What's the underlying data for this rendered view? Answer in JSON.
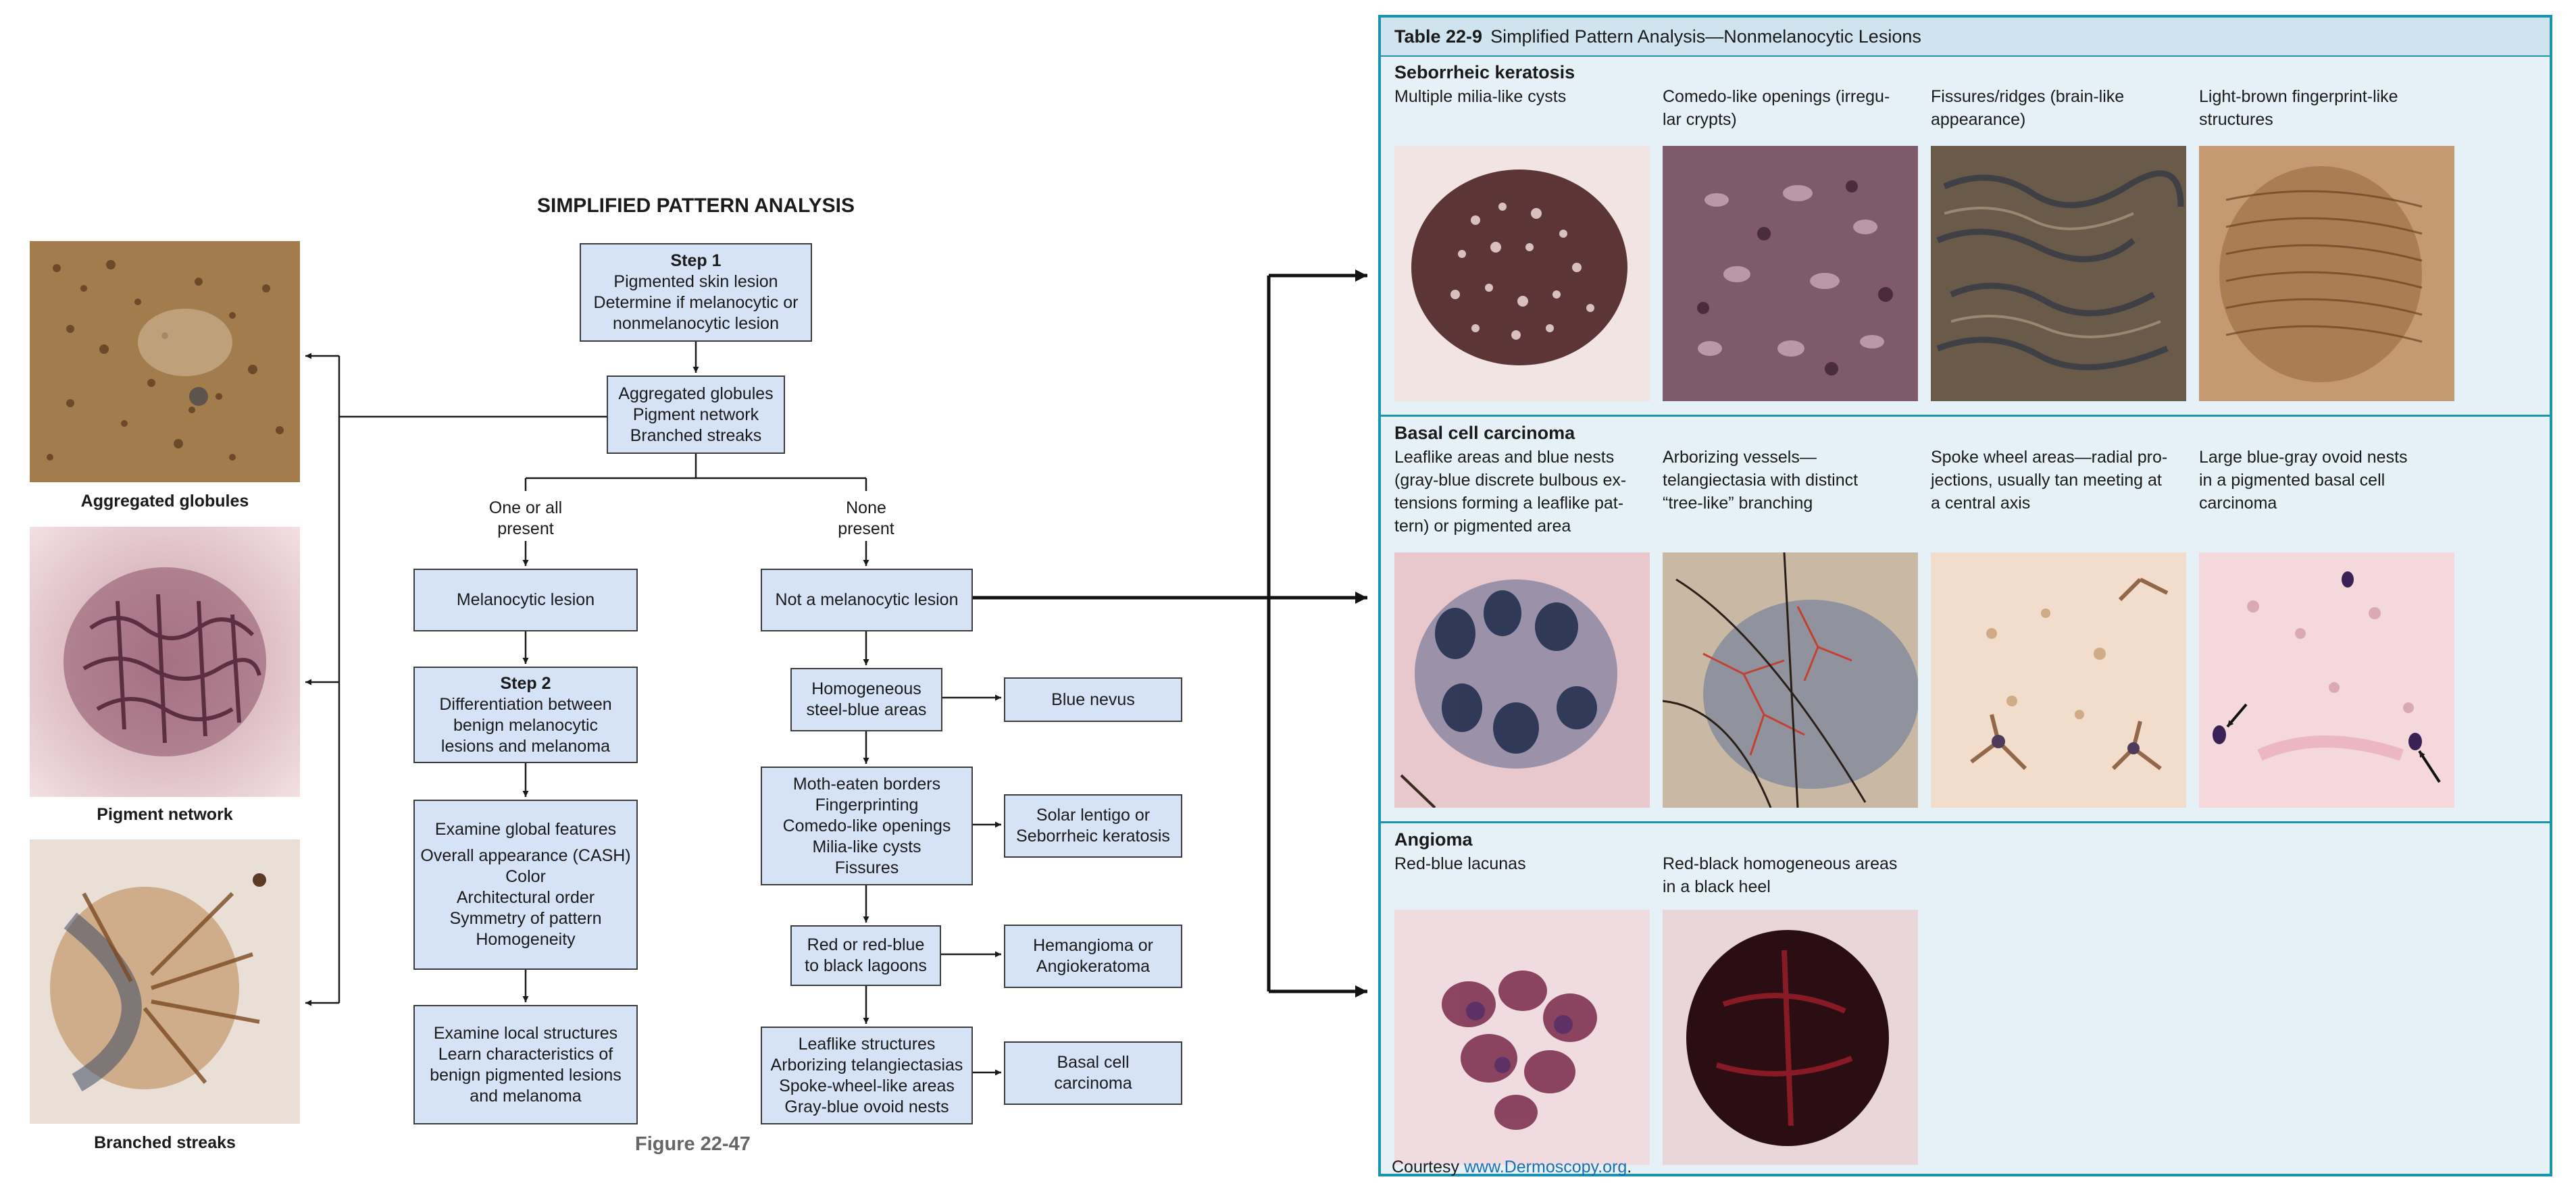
{
  "left_panel": {
    "captions": [
      "Aggregated globules",
      "Pigment network",
      "Branched streaks"
    ]
  },
  "flow": {
    "title": "SIMPLIFIED PATTERN ANALYSIS",
    "step1": {
      "head": "Step 1",
      "lines": [
        "Pigmented skin lesion",
        "Determine if melanocytic or",
        "nonmelanocytic lesion"
      ]
    },
    "criteria": {
      "lines": [
        "Aggregated globules",
        "Pigment network",
        "Branched streaks"
      ]
    },
    "branch_left": {
      "lines": [
        "One or all",
        "present"
      ]
    },
    "branch_right": {
      "lines": [
        "None",
        "present"
      ]
    },
    "melanocytic": "Melanocytic lesion",
    "not_melanocytic": "Not a melanocytic lesion",
    "step2": {
      "head": "Step 2",
      "lines": [
        "Differentiation between",
        "benign melanocytic",
        "lesions and melanoma"
      ]
    },
    "global": {
      "lines": [
        "Examine global features",
        "Overall appearance (CASH)",
        "Color",
        "Architectural order",
        "Symmetry of pattern",
        "Homogeneity"
      ]
    },
    "local": {
      "lines": [
        "Examine local structures",
        "Learn characteristics of",
        "benign pigmented lesions",
        "and melanoma"
      ]
    },
    "homog": {
      "lines": [
        "Homogeneous",
        "steel-blue areas"
      ]
    },
    "blue_nevus": "Blue nevus",
    "moth": {
      "lines": [
        "Moth-eaten borders",
        "Fingerprinting",
        "Comedo-like openings",
        "Milia-like cysts",
        "Fissures"
      ]
    },
    "solar": {
      "lines": [
        "Solar lentigo or",
        "Seborrheic keratosis"
      ]
    },
    "red": {
      "lines": [
        "Red or red-blue",
        "to black lagoons"
      ]
    },
    "hemang": {
      "lines": [
        "Hemangioma or",
        "Angiokeratoma"
      ]
    },
    "leaf": {
      "lines": [
        "Leaflike structures",
        "Arborizing telangiectasias",
        "Spoke-wheel-like areas",
        "Gray-blue ovoid nests"
      ]
    },
    "bcc": {
      "lines": [
        "Basal cell",
        "carcinoma"
      ]
    },
    "figure_label": "Figure 22-47"
  },
  "table": {
    "number": "Table 22-9",
    "title": "Simplified Pattern Analysis—Nonmelanocytic Lesions",
    "sections": [
      {
        "title": "Seborrheic keratosis",
        "captions": [
          [
            "Multiple milia-like cysts"
          ],
          [
            "Comedo-like openings (irregu-",
            "lar crypts)"
          ],
          [
            "Fissures/ridges (brain-like",
            "appearance)"
          ],
          [
            "Light-brown fingerprint-like",
            "structures"
          ]
        ]
      },
      {
        "title": "Basal cell carcinoma",
        "captions": [
          [
            "Leaflike areas and blue nests",
            "(gray-blue discrete bulbous ex-",
            "tensions forming a leaflike pat-",
            "tern) or pigmented area"
          ],
          [
            "Arborizing vessels—",
            "telangiectasia with distinct",
            "“tree-like” branching"
          ],
          [
            "Spoke wheel areas—radial pro-",
            "jections, usually tan meeting at",
            "a central axis"
          ],
          [
            "Large blue-gray ovoid nests",
            "in a pigmented basal cell",
            "carcinoma"
          ]
        ]
      },
      {
        "title": "Angioma",
        "captions": [
          [
            "Red-blue lacunas"
          ],
          [
            "Red-black homogeneous areas",
            "in a black heel"
          ]
        ]
      }
    ]
  },
  "courtesy": {
    "prefix": "Courtesy ",
    "link": "www.Dermoscopy.org",
    "suffix": "."
  }
}
